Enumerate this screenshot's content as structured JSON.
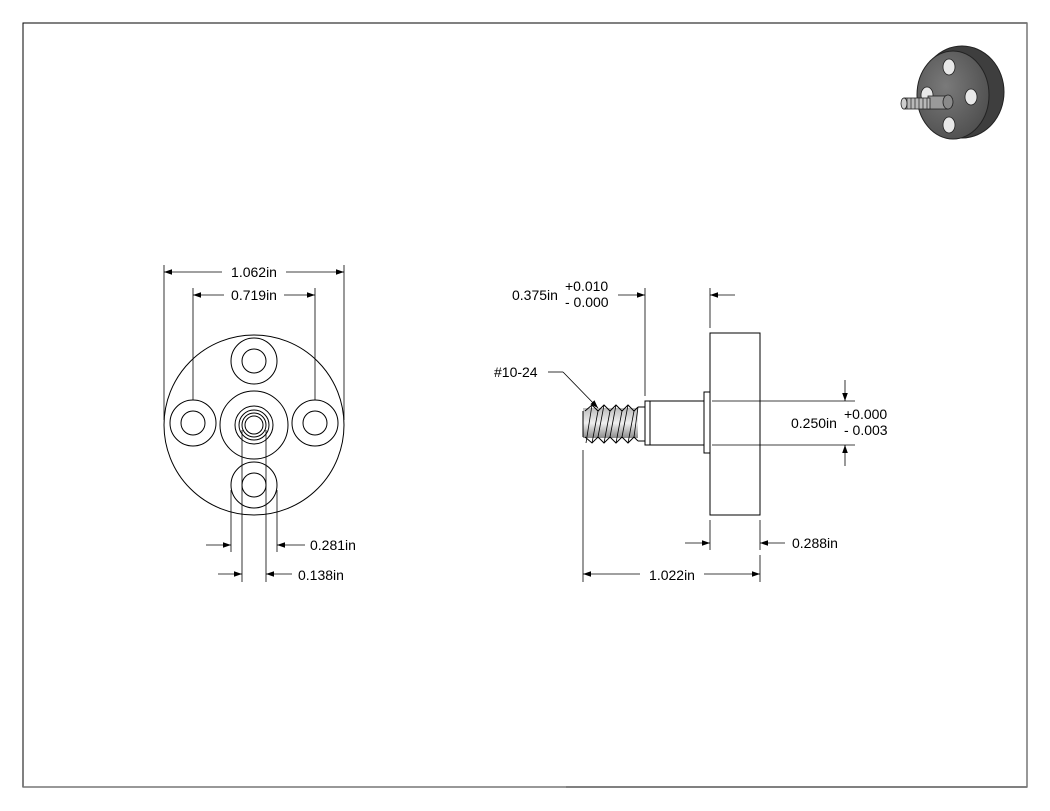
{
  "front_view": {
    "overall_diameter": "1.062in",
    "bolt_circle_diameter": "0.719in",
    "hole_diameter": "0.281in",
    "thread_major_diameter": "0.138in"
  },
  "side_view": {
    "shoulder_length": "0.375in",
    "shoulder_length_tol_plus": "+0.010",
    "shoulder_length_tol_minus": "- 0.000",
    "thread_callout": "#10-24",
    "shoulder_diameter": "0.250in",
    "shoulder_diameter_tol_plus": "+0.000",
    "shoulder_diameter_tol_minus": "- 0.003",
    "flange_thickness": "0.288in",
    "overall_length": "1.022in"
  },
  "iso_view": {
    "body_color": "#4a4a4a",
    "face_color": "#6a6a6a",
    "hole_color": "#e8e8e8"
  }
}
